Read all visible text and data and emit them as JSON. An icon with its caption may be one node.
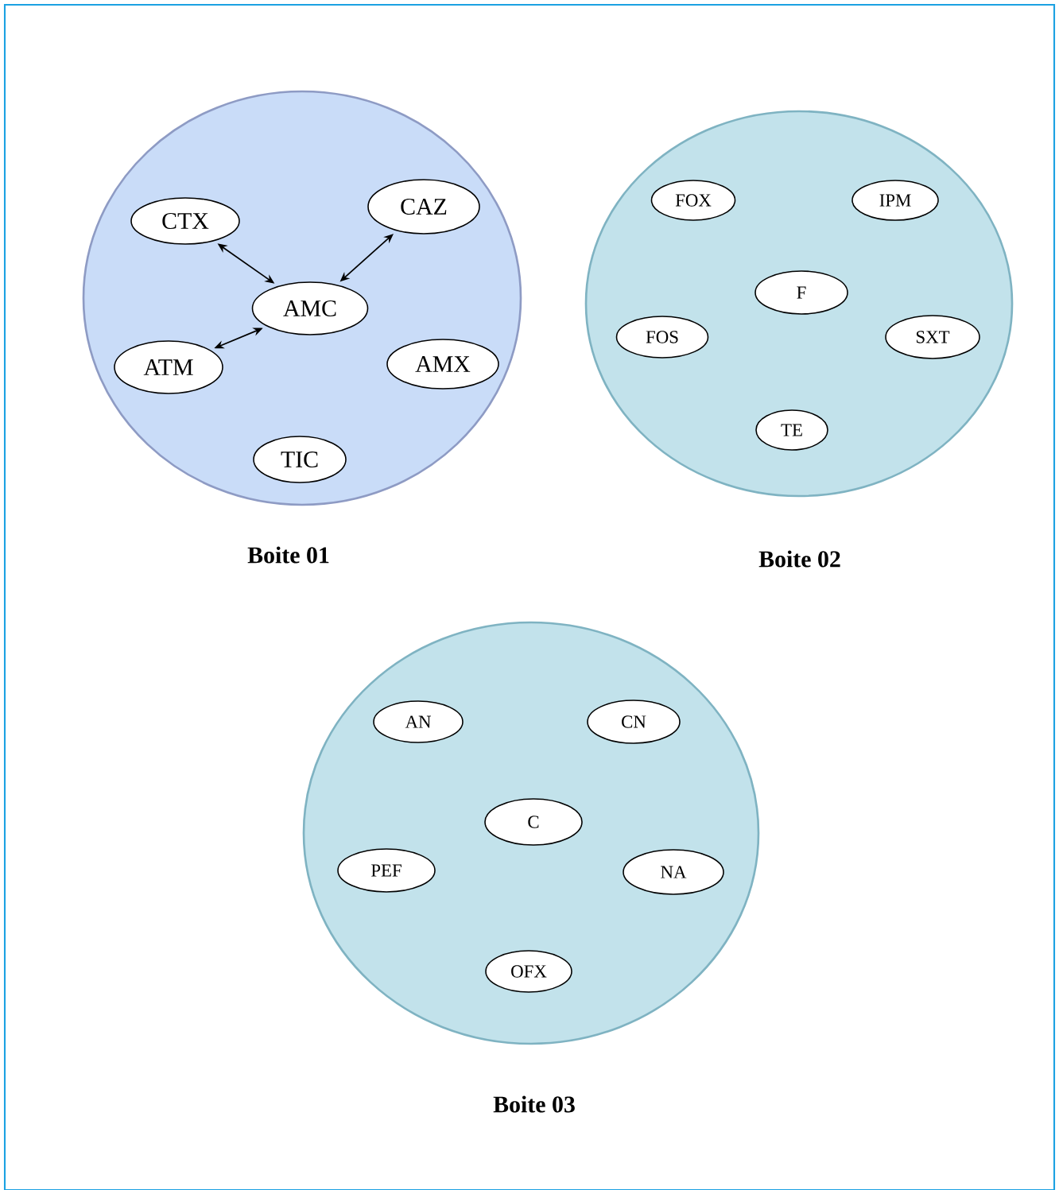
{
  "diagram": {
    "nodes": [
      {
        "text": [
          "Boite 01"
        ]
      },
      {
        "text": [
          "CTX"
        ],
        "in": 0
      },
      {
        "text": [
          "CAZ"
        ],
        "in": 0
      },
      {
        "text": [
          "AMC"
        ],
        "in": 0
      },
      {
        "text": [
          "ATM"
        ],
        "in": 0
      },
      {
        "text": [
          "AMX"
        ],
        "in": 0
      },
      {
        "text": [
          "TIC"
        ],
        "in": 0
      },
      {
        "text": [
          "Boite 02"
        ]
      },
      {
        "text": [
          "FOX"
        ],
        "in": 7
      },
      {
        "text": [
          "IPM"
        ],
        "in": 7
      },
      {
        "text": [
          "F"
        ],
        "in": 7
      },
      {
        "text": [
          "FOS"
        ],
        "in": 7
      },
      {
        "text": [
          "SXT"
        ],
        "in": 7
      },
      {
        "text": [
          "TE"
        ],
        "in": 7
      },
      {
        "text": [
          "Boite 03"
        ]
      },
      {
        "text": [
          "AN"
        ],
        "in": 14
      },
      {
        "text": [
          "CN"
        ],
        "in": 14
      },
      {
        "text": [
          "C"
        ],
        "in": 14
      },
      {
        "text": [
          "PEF"
        ],
        "in": 14
      },
      {
        "text": [
          "NA"
        ],
        "in": 14
      },
      {
        "text": [
          "OFX"
        ],
        "in": 14
      }
    ],
    "edges": [
      {
        "from": 1,
        "to": 3,
        "arrow": "both"
      },
      {
        "from": 2,
        "to": 3,
        "arrow": "both"
      },
      {
        "from": 4,
        "to": 3,
        "arrow": "both"
      }
    ]
  }
}
